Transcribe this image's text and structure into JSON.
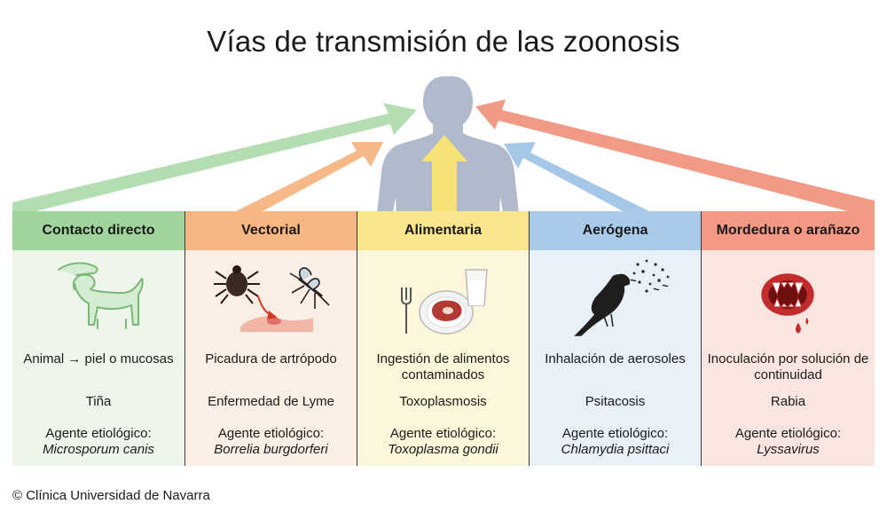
{
  "title": "Vías de transmisión de las zoonosis",
  "columns": [
    {
      "header": "Contacto directo",
      "route": "Animal → piel o mucosas",
      "disease": "Tiña",
      "agent_label": "Agente etiológico:",
      "agent": "Microsporum canis",
      "color": "#9fd59c",
      "icon": "dog-petting-icon"
    },
    {
      "header": "Vectorial",
      "route": "Picadura de artrópodo",
      "disease": "Enfermedad de Lyme",
      "agent_label": "Agente etiológico:",
      "agent": "Borrelia burgdorferi",
      "color": "#f7b682",
      "icon": "tick-mosquito-icon"
    },
    {
      "header": "Alimentaria",
      "route": "Ingestión de alimentos contaminados",
      "disease": "Toxoplasmosis",
      "agent_label": "Agente etiológico:",
      "agent": "Toxoplasma gondii",
      "color": "#f9e58d",
      "icon": "meat-plate-icon"
    },
    {
      "header": "Aerógena",
      "route": "Inhalación de aerosoles",
      "disease": "Psitacosis",
      "agent_label": "Agente etiológico:",
      "agent": "Chlamydia psittaci",
      "color": "#a9cbe9",
      "icon": "parrot-aerosol-icon"
    },
    {
      "header": "Mordedura o arañazo",
      "route": "Inoculación por solución de continuidad",
      "disease": "Rabia",
      "agent_label": "Agente etiológico:",
      "agent": "Lyssavirus",
      "color": "#f29a86",
      "icon": "bite-fangs-icon"
    }
  ],
  "footer": "© Clínica Universidad de Navarra",
  "human_icon": "human-silhouette-icon"
}
